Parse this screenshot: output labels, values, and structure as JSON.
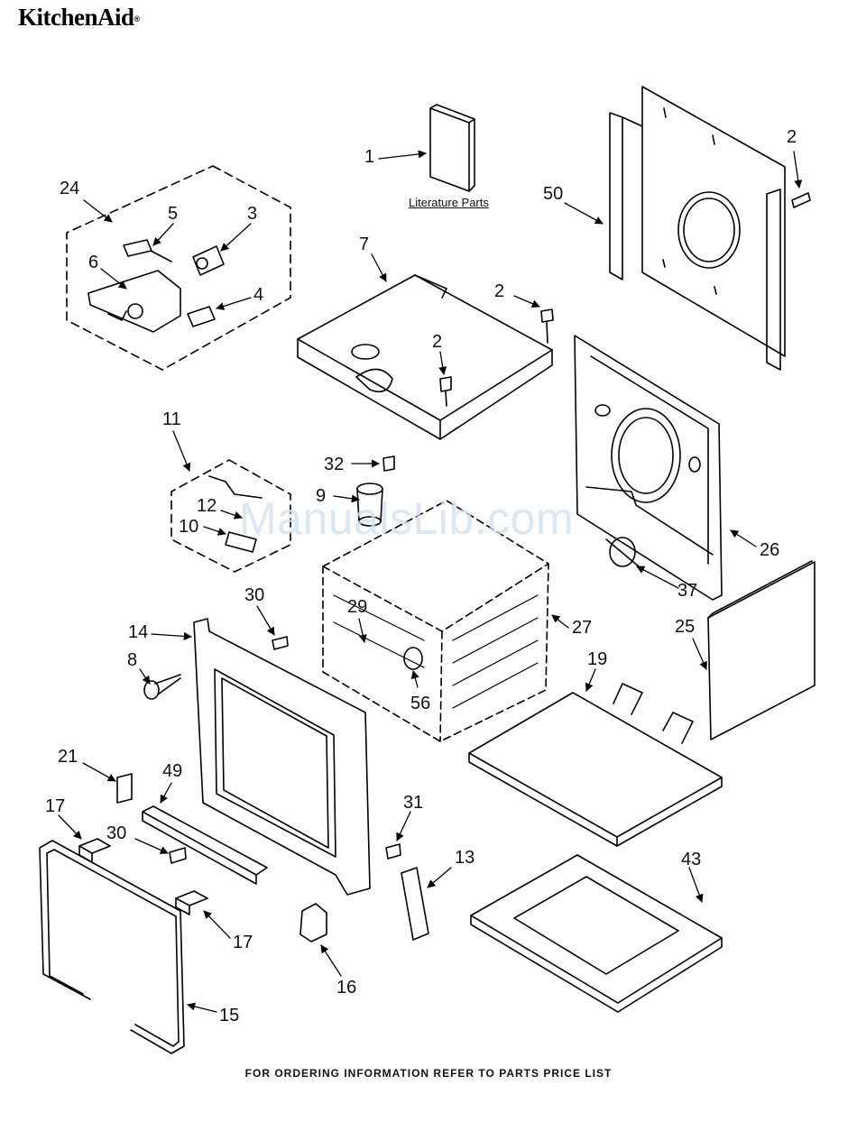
{
  "brand": {
    "name": "KitchenAid",
    "reg": "®"
  },
  "watermark": "ManualsLib.com",
  "literature_label": "Literature Parts",
  "footer": "FOR ORDERING INFORMATION REFER TO PARTS PRICE LIST",
  "callouts": {
    "c1": "1",
    "c2a": "2",
    "c2b": "2",
    "c2c": "2",
    "c3": "3",
    "c4": "4",
    "c5": "5",
    "c6": "6",
    "c7": "7",
    "c8": "8",
    "c9": "9",
    "c10": "10",
    "c11": "11",
    "c12": "12",
    "c13": "13",
    "c14": "14",
    "c15": "15",
    "c16": "16",
    "c17a": "17",
    "c17b": "17",
    "c19": "19",
    "c21": "21",
    "c24": "24",
    "c25": "25",
    "c26": "26",
    "c27": "27",
    "c29": "29",
    "c30a": "30",
    "c30b": "30",
    "c31": "31",
    "c32": "32",
    "c37": "37",
    "c43": "43",
    "c49": "49",
    "c50": "50",
    "c56": "56"
  }
}
